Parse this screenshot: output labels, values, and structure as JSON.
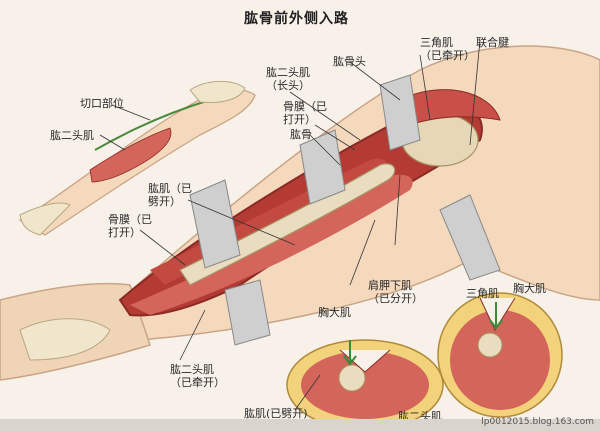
{
  "title": "肱骨前外侧入路",
  "labels": {
    "incision_site": "切口部位",
    "biceps_small": "肱二头肌",
    "humeral_head": "肱骨头",
    "biceps_long_head": "肱二头肌\n（长头）",
    "deltoid_retracted": "三角肌\n（已牵开）",
    "conjoined_tendon": "联合腱",
    "periosteum_upper": "骨膜（已\n打开）",
    "humerus": "肱骨",
    "brachialis_split_upper": "肱肌（已\n劈开）",
    "periosteum_lower": "骨膜（已\n打开）",
    "subscapularis": "肩胛下肌\n（已分开）",
    "pectoralis_major_center": "胸大肌",
    "deltoid_section": "三角肌",
    "pectoralis_major_section": "胸大肌",
    "biceps_retracted": "肱二头肌\n（已牵开）",
    "brachialis_split_lower": "肱肌(已劈开)",
    "biceps_bottom": "肱二头肌"
  },
  "watermark": "lp0012015.blog.163.com",
  "colors": {
    "skin": "#f4d9bd",
    "muscle": "#c8524a",
    "muscle_light": "#e28a7a",
    "bone": "#e9dcbf",
    "retractor": "#c9c9c9",
    "fat": "#f2d27a",
    "arrow": "#3a8a3a"
  }
}
